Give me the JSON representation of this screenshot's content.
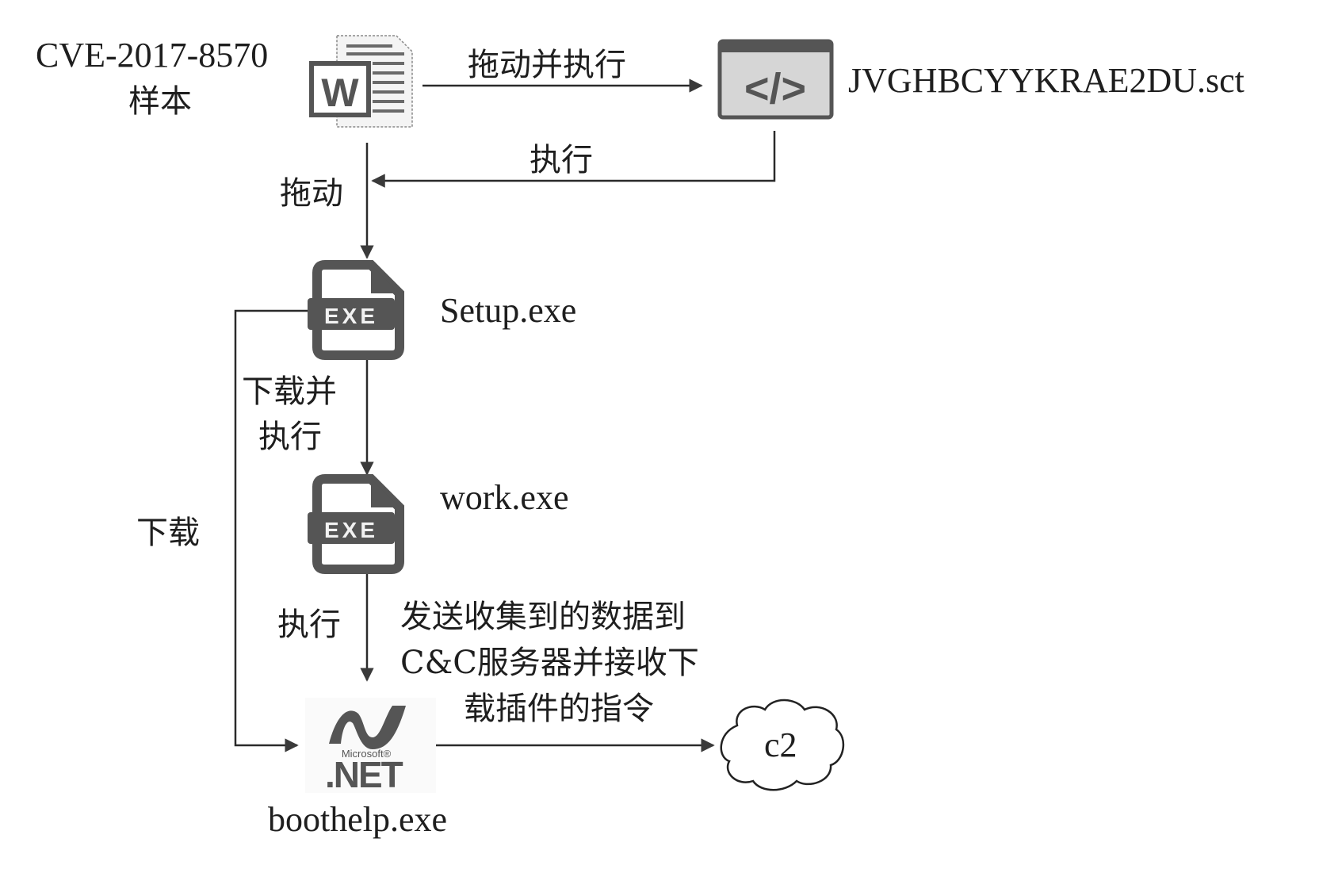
{
  "diagram": {
    "nodes": {
      "sample": {
        "title": "CVE-2017-8570",
        "subtitle": "样本",
        "icon": "word-document-icon"
      },
      "sct": {
        "label": "JVGHBCYYKRAE2DU.sct",
        "icon": "code-window-icon",
        "glyph": "</>"
      },
      "setup": {
        "label": "Setup.exe",
        "icon": "exe-file-icon",
        "badge": "EXE"
      },
      "work": {
        "label": "work.exe",
        "icon": "exe-file-icon",
        "badge": "EXE"
      },
      "boothelp": {
        "label": "boothelp.exe",
        "icon": "dotnet-logo-icon",
        "brand_small": "Microsoft",
        "brand_large": ".NET"
      },
      "c2": {
        "label": "c2",
        "icon": "cloud-icon"
      }
    },
    "edges": {
      "sample_to_sct": "拖动并执行",
      "sct_to_setup": "执行",
      "sample_to_setup": "拖动",
      "setup_to_work_line1": "下载并",
      "setup_to_work_line2": "执行",
      "setup_to_boothelp": "下载",
      "work_to_boothelp": "执行",
      "boothelp_to_c2_line1": "发送收集到的数据到",
      "boothelp_to_c2_line2": "C&C服务器并接收下",
      "boothelp_to_c2_line3": "载插件的指令"
    },
    "colors": {
      "ink": "#1e1e1e",
      "icon_fill": "#5a5a5a",
      "icon_light": "#d8d8d8"
    }
  }
}
